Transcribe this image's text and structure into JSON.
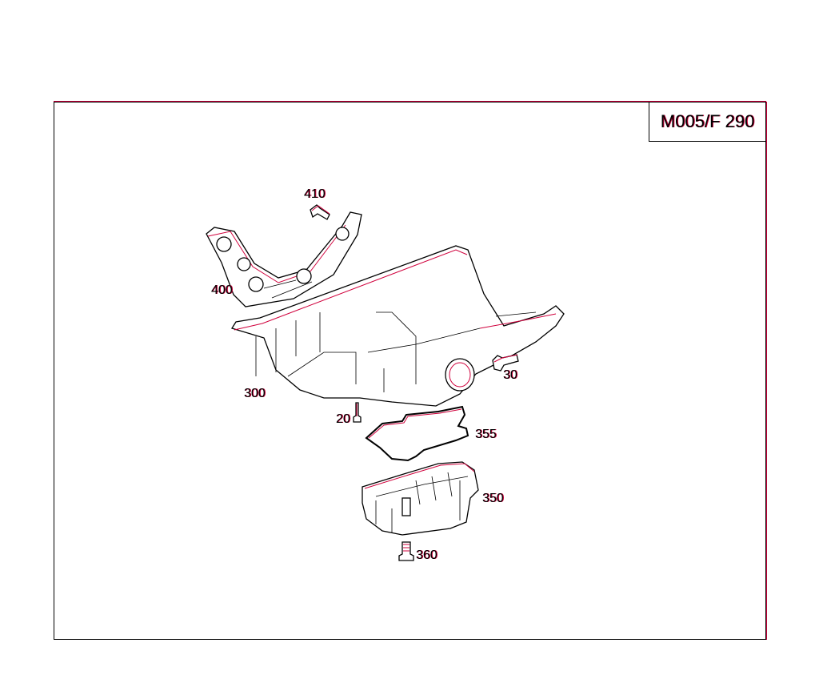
{
  "diagram": {
    "code": "M005/F 290",
    "colors": {
      "line": "#000000",
      "accent": "#c8003a"
    },
    "parts": [
      {
        "number": "410",
        "description_icon": "bolt-icon"
      },
      {
        "number": "400",
        "description_icon": "bracket-icon"
      },
      {
        "number": "300",
        "description_icon": "upper-oil-pan-icon"
      },
      {
        "number": "30",
        "description_icon": "bolt-icon"
      },
      {
        "number": "20",
        "description_icon": "bolt-icon"
      },
      {
        "number": "355",
        "description_icon": "gasket-icon"
      },
      {
        "number": "350",
        "description_icon": "lower-oil-pan-icon"
      },
      {
        "number": "360",
        "description_icon": "drain-plug-icon"
      }
    ]
  }
}
